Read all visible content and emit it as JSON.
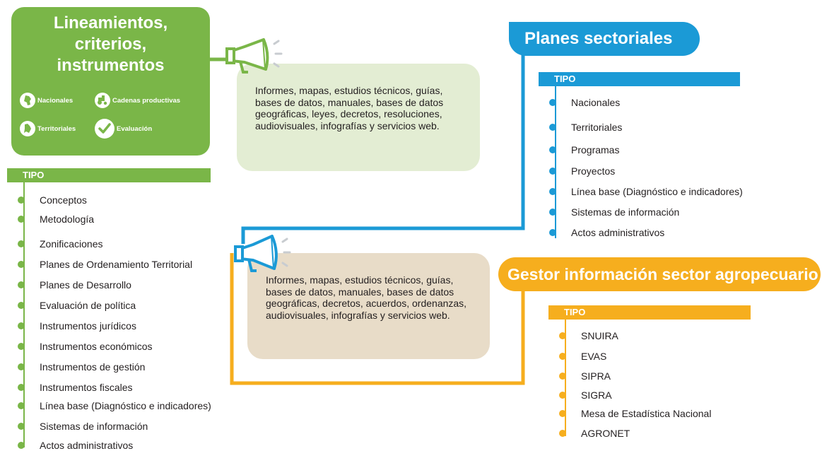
{
  "colors": {
    "green": "#7ab648",
    "blue": "#1b9ad6",
    "orange": "#f6ae1e",
    "green_bg": "#e3edd3",
    "tan_bg": "#e8dcc8"
  },
  "lineamientos": {
    "title": "Lineamientos,\ncriterios,\ninstrumentos",
    "categories": [
      {
        "label": "Nacionales",
        "icon": "colombia-map-icon"
      },
      {
        "label": "Cadenas productivas",
        "icon": "tractor-icon"
      },
      {
        "label": "Territoriales",
        "icon": "territory-map-icon"
      },
      {
        "label": "Evaluación",
        "icon": "checkmark-icon"
      }
    ]
  },
  "left_list": {
    "header": "TIPO",
    "items": [
      "Conceptos",
      "Metodología",
      "Zonificaciones",
      "Planes de Ordenamiento Territorial",
      "Planes de Desarrollo",
      "Evaluación de política",
      "Instrumentos jurídicos",
      "Instrumentos económicos",
      "Instrumentos de gestión",
      "Instrumentos fiscales",
      "Línea base (Diagnóstico e indicadores)",
      "Sistemas de información",
      "Actos administrativos"
    ]
  },
  "callout_top": {
    "icon": "megaphone-icon",
    "text": "Informes, mapas, estudios técnicos, guías, bases de datos, manuales, bases de datos geográficas, leyes, decretos, resoluciones, audiovisuales, infografías y servicios web."
  },
  "planes": {
    "title": "Planes sectoriales",
    "header": "TIPO",
    "items": [
      "Nacionales",
      "Territoriales",
      "Programas",
      "Proyectos",
      "Línea base (Diagnóstico e indicadores)",
      "Sistemas de información",
      "Actos administrativos"
    ]
  },
  "callout_bottom": {
    "icon": "megaphone-icon",
    "text": "Informes, mapas, estudios técnicos, guías, bases de datos, manuales, bases de datos geográficas, decretos, acuerdos, ordenanzas, audiovisuales, infografías y servicios web."
  },
  "gestor": {
    "title": "Gestor información sector agropecuario",
    "header": "TIPO",
    "items": [
      "SNUIRA",
      "EVAS",
      "SIPRA",
      "SIGRA",
      "Mesa de Estadística Nacional",
      "AGRONET"
    ]
  }
}
